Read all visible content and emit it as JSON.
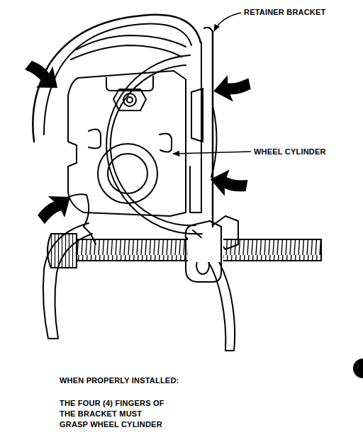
{
  "diagram": {
    "labels": [
      "RETAINER BRACKET",
      "WHEEL CYLINDER",
      "WHEN PROPERLY INSTALLED:",
      "THE FOUR (4) FINGERS OF THE BRACKET MUST GRASP WHEEL CYLINDER"
    ]
  }
}
